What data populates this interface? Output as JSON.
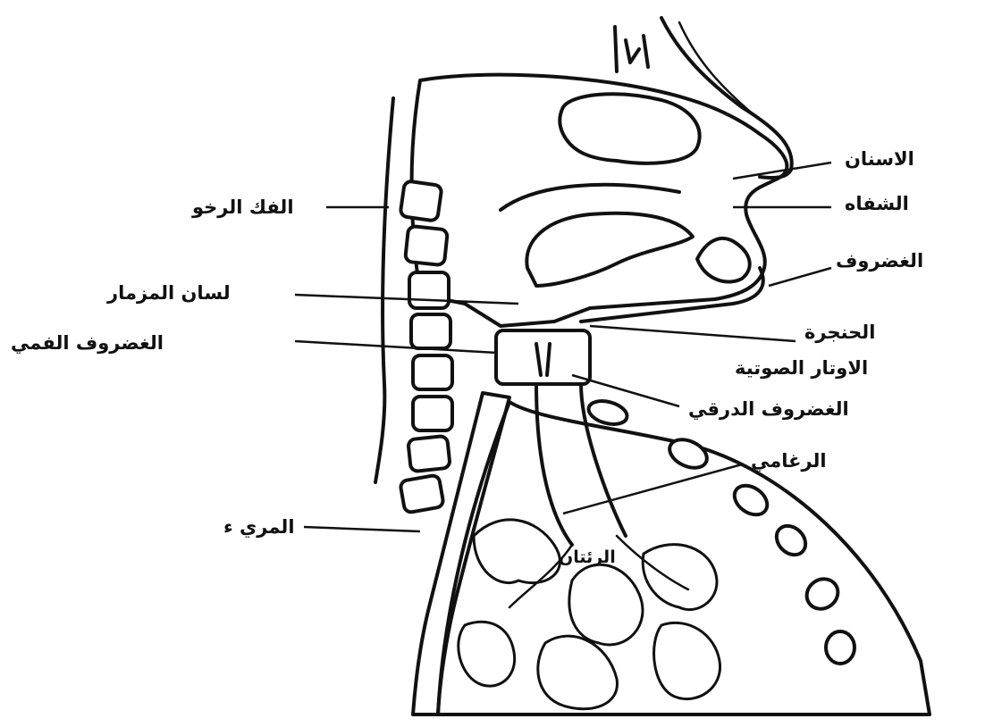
{
  "labels": {
    "teeth": "الاسنان",
    "lips": "الشفاه",
    "cartilage": "الغضروف",
    "larynx": "الحنجرة",
    "vocal_cords": "الاوتار الصوتية",
    "cricoid_cartilage": "الغضروف الدرقي",
    "mucous": "الرغامي",
    "soft_palate": "الفك الرخو",
    "epiglottis": "لسان المزمار",
    "arytenoid": "الغضروف الفمي",
    "esophagus": "المري ء",
    "lungs": "الرئتان"
  },
  "colors": {
    "ink": "#111111",
    "background": "#ffffff"
  }
}
